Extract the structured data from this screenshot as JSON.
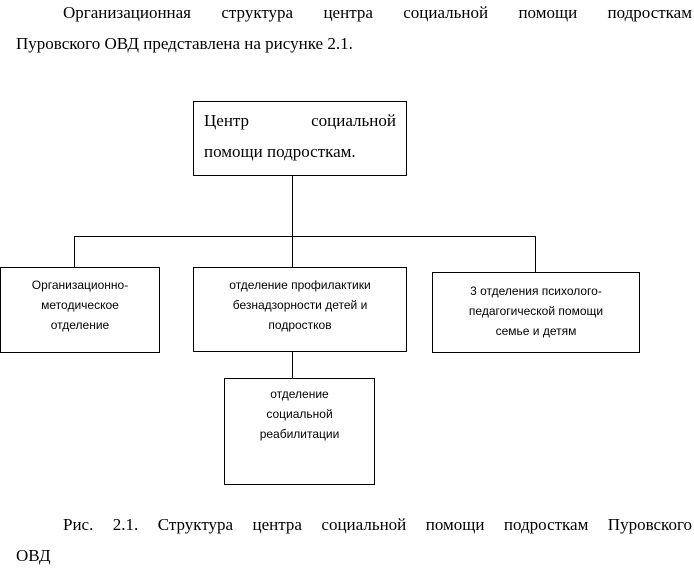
{
  "intro": {
    "line1": "Организационная структура центра социальной помощи подросткам",
    "line2": "Пуровского ОВД  представлена на рисунке 2.1."
  },
  "diagram": {
    "root": {
      "line1": "Центр социальной",
      "line2": "помощи подросткам."
    },
    "left": {
      "text": "Организационно-\nметодическое\nотделение"
    },
    "middle": {
      "text": "отделение профилактики\nбезнадзорности детей и\nподростков"
    },
    "right": {
      "text": "3 отделения психолого-\nпедагогической помощи\nсемье и детям"
    },
    "bottom": {
      "text": "отделение\nсоциальной\nреабилитации"
    }
  },
  "caption": {
    "line1": "Рис. 2.1. Структура центра социальной помощи подросткам Пуровского",
    "line2": "ОВД"
  }
}
